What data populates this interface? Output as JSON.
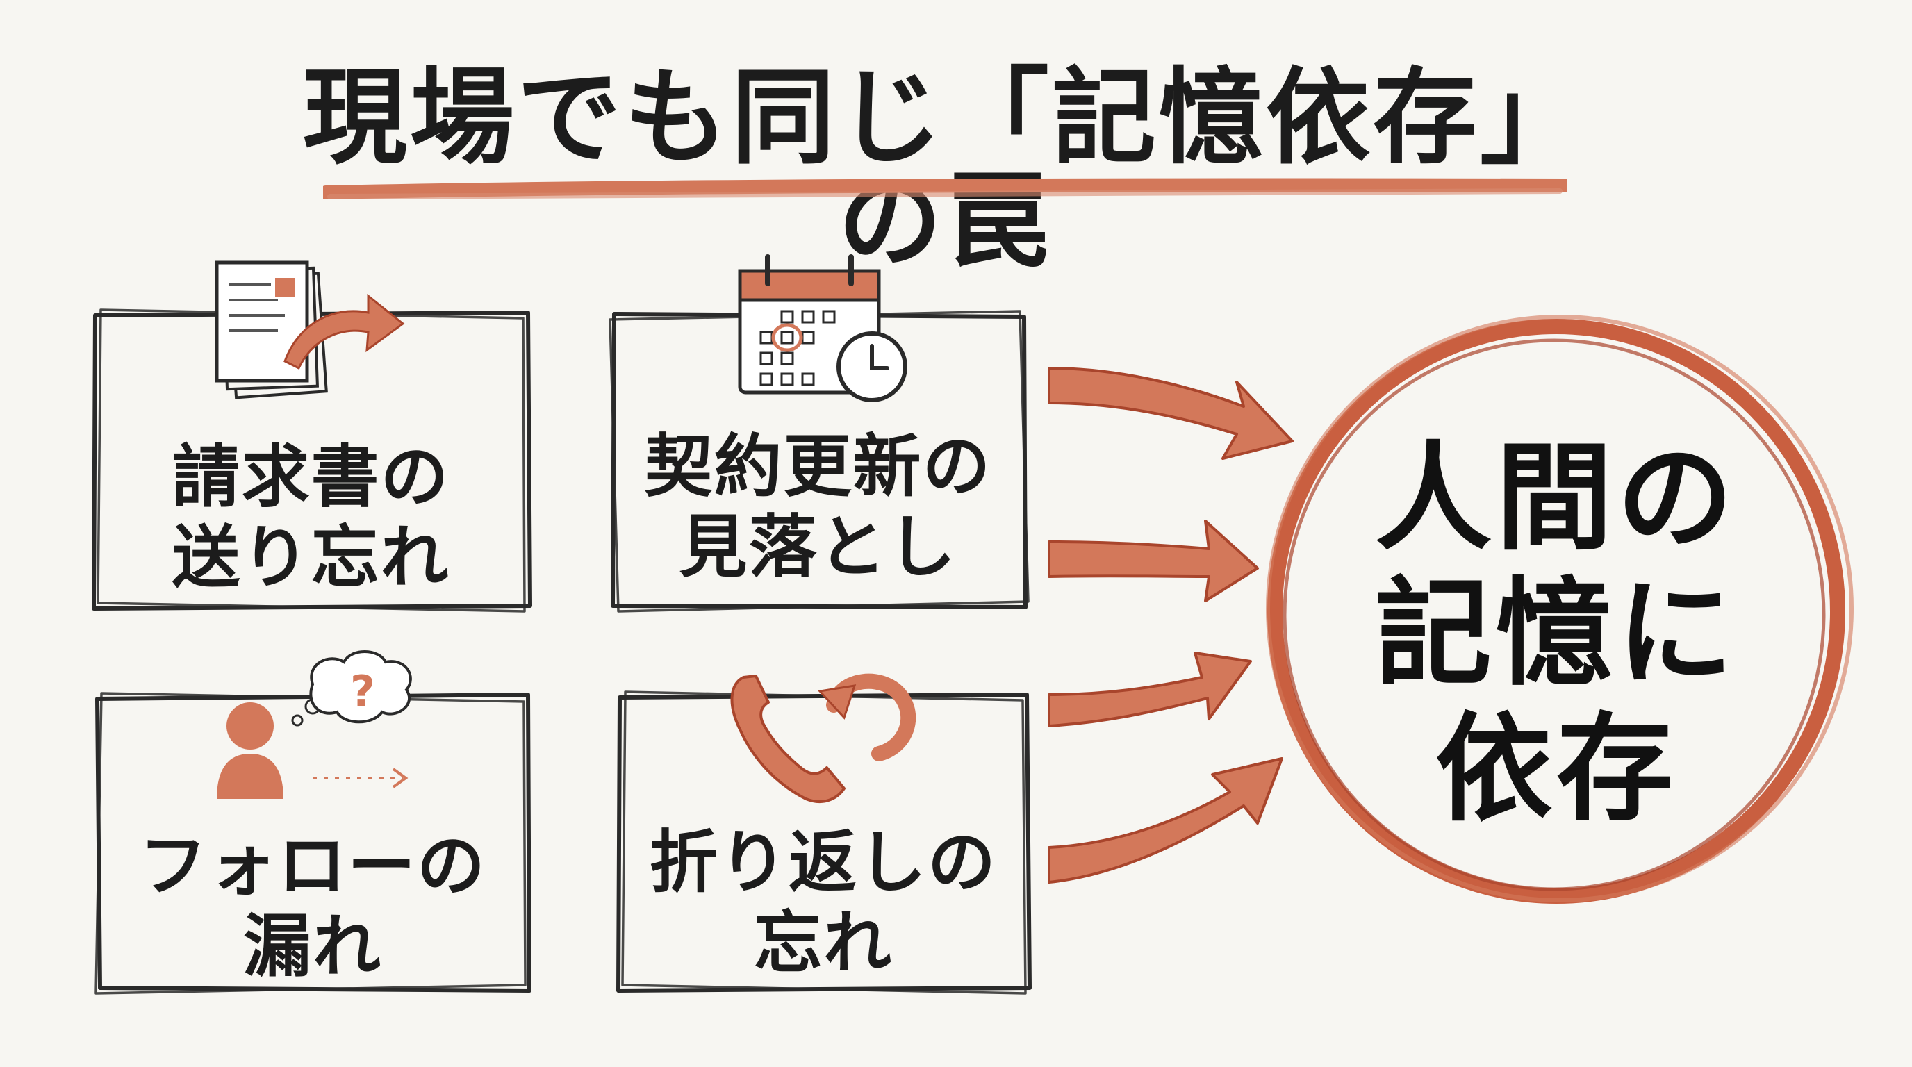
{
  "title": "現場でも同じ「記憶依存」の罠",
  "colors": {
    "accent": "#d3785a",
    "accent_dark": "#a9452c",
    "ink": "#1c1c1c",
    "background": "#f7f6f2"
  },
  "boxes": [
    {
      "lines": [
        "請求書の",
        "送り忘れ"
      ],
      "icon": "invoice-send-icon"
    },
    {
      "lines": [
        "契約更新の",
        "見落とし"
      ],
      "icon": "calendar-clock-icon"
    },
    {
      "lines": [
        "フォローの",
        "漏れ"
      ],
      "icon": "person-question-icon"
    },
    {
      "lines": [
        "折り返しの",
        "忘れ"
      ],
      "icon": "phone-callback-icon"
    }
  ],
  "center": {
    "lines": [
      "人間の",
      "記憶に",
      "依存"
    ]
  }
}
